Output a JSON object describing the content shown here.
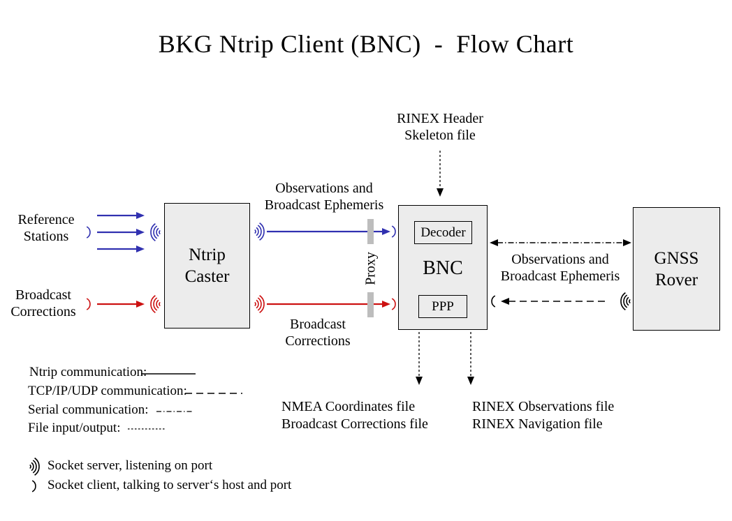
{
  "title": "BKG Ntrip Client (BNC)  -  Flow Chart",
  "colors": {
    "blue": "#3030b0",
    "red": "#cc1111",
    "black": "#000000",
    "box_fill": "#ececec",
    "proxy_bar": "#bdbdbd"
  },
  "nodes": {
    "ntrip_caster": {
      "line1": "Ntrip",
      "line2": "Caster"
    },
    "bnc": {
      "label": "BNC",
      "decoder_label": "Decoder",
      "ppp_label": "PPP"
    },
    "gnss_rover": {
      "line1": "GNSS",
      "line2": "Rover"
    }
  },
  "labels": {
    "rinex_header": {
      "line1": "RINEX Header",
      "line2": "Skeleton file"
    },
    "reference_stations": {
      "line1": "Reference",
      "line2": "Stations"
    },
    "broadcast_corrections_input": {
      "line1": "Broadcast",
      "line2": "Corrections"
    },
    "obs_ephemeris_caster_bnc": {
      "line1": "Observations and",
      "line2": "Broadcast Ephemeris"
    },
    "broadcast_corrections_caster_bnc": {
      "line1": "Broadcast",
      "line2": "Corrections"
    },
    "proxy": "Proxy",
    "obs_ephemeris_bnc_rover": {
      "line1": "Observations and",
      "line2": "Broadcast Ephemeris"
    },
    "nmea_output": {
      "line1": "NMEA Coordinates file",
      "line2": "Broadcast Corrections file"
    },
    "rinex_output": {
      "line1": "RINEX Observations file",
      "line2": "RINEX Navigation file"
    }
  },
  "legend": {
    "ntrip": "Ntrip communication:",
    "tcp": "TCP/IP/UDP communication:",
    "serial": "Serial communication:",
    "file": "File input/output:",
    "socket_server": "Socket server, listening on port",
    "socket_client": "Socket client, talking to server‘s host and port"
  }
}
